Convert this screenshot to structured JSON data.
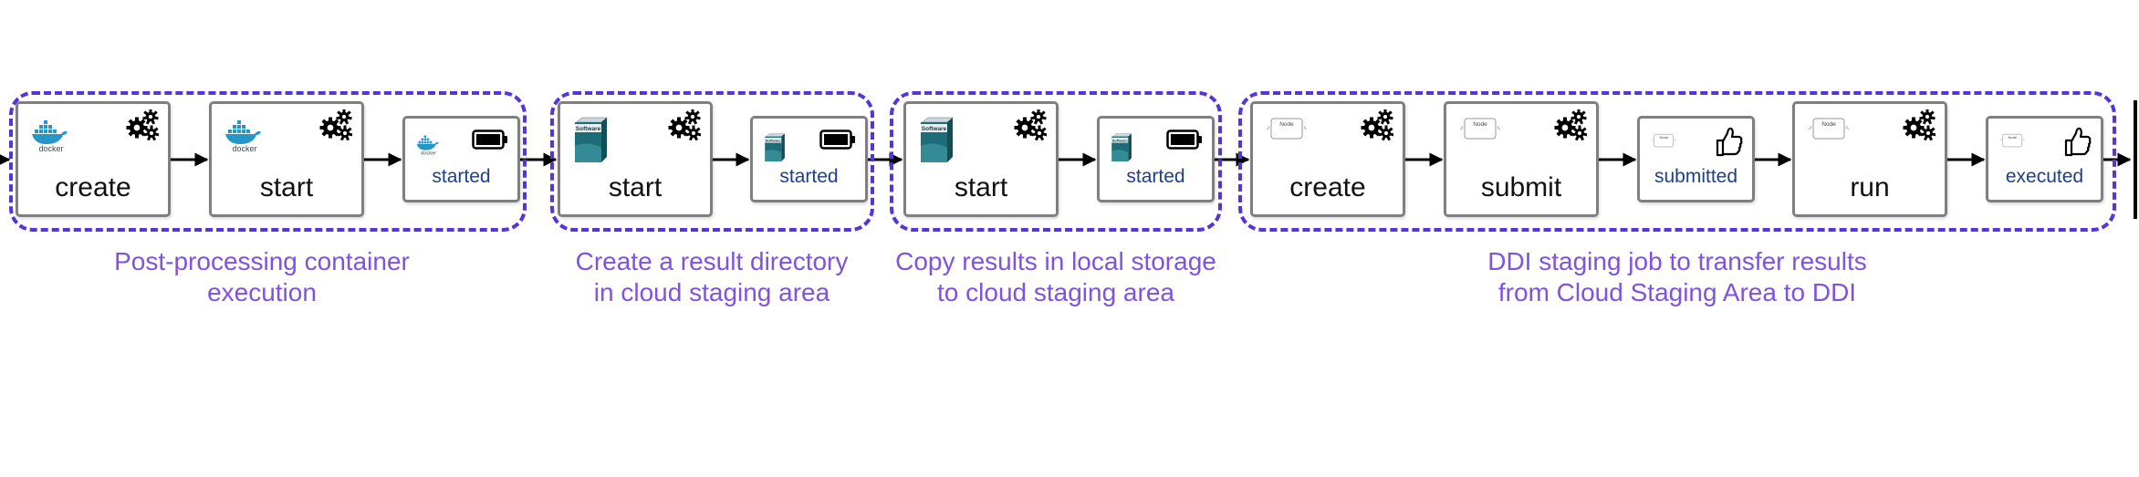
{
  "groups": [
    {
      "caption": [
        "Post-processing container",
        "execution"
      ]
    },
    {
      "caption": [
        "Create a result directory",
        "in cloud staging area"
      ]
    },
    {
      "caption": [
        "Copy results in local storage",
        "to cloud staging area"
      ]
    },
    {
      "caption": [
        "DDI staging job to transfer results",
        "from Cloud Staging Area to DDI"
      ]
    }
  ],
  "nodes": [
    {
      "kind": "task",
      "label": "create",
      "icon": "docker-icon",
      "badge": "gear-icon"
    },
    {
      "kind": "task",
      "label": "start",
      "icon": "docker-icon",
      "badge": "gear-icon"
    },
    {
      "kind": "state",
      "label": "started",
      "icon": "docker-icon",
      "badge": "battery-full-icon"
    },
    {
      "kind": "task",
      "label": "start",
      "icon": "software-box-icon",
      "badge": "gear-icon"
    },
    {
      "kind": "state",
      "label": "started",
      "icon": "software-box-icon",
      "badge": "battery-full-icon"
    },
    {
      "kind": "task",
      "label": "start",
      "icon": "software-box-icon",
      "badge": "gear-icon"
    },
    {
      "kind": "state",
      "label": "started",
      "icon": "software-box-icon",
      "badge": "battery-full-icon"
    },
    {
      "kind": "task",
      "label": "create",
      "icon": "node-icon",
      "badge": "gear-icon"
    },
    {
      "kind": "task",
      "label": "submit",
      "icon": "node-icon",
      "badge": "gear-icon"
    },
    {
      "kind": "state",
      "label": "submitted",
      "icon": "node-icon",
      "badge": "thumbs-up-icon"
    },
    {
      "kind": "task",
      "label": "run",
      "icon": "node-icon",
      "badge": "gear-icon"
    },
    {
      "kind": "state",
      "label": "executed",
      "icon": "node-icon",
      "badge": "thumbs-up-icon"
    }
  ],
  "icon_text": {
    "docker": "docker",
    "software": "Software",
    "node": "Node"
  },
  "colors": {
    "group_border": "#5533dd",
    "caption": "#7f52e0",
    "state_label": "#1d3f8f",
    "docker_blue": "#2496c8",
    "software_teal": "#1d6d78"
  }
}
